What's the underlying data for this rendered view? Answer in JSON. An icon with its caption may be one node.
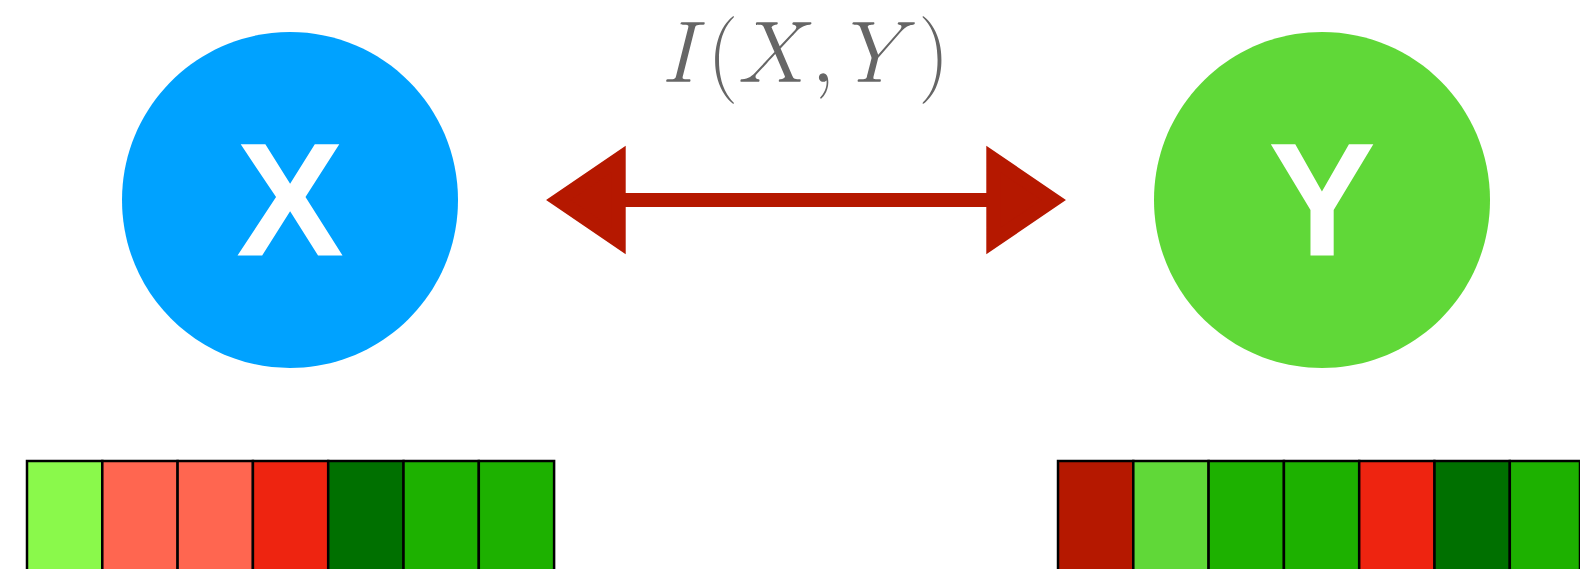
{
  "diagram": {
    "nodes": [
      {
        "text": [
          "X"
        ]
      },
      {
        "text": [
          "Y"
        ]
      }
    ],
    "edges": [
      {
        "from": 0,
        "to": 1,
        "arrow": "both",
        "label": "I(X, Y)"
      }
    ]
  }
}
